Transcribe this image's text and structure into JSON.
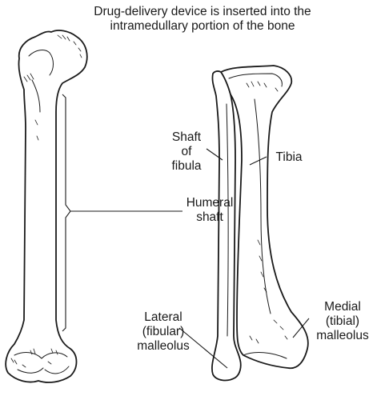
{
  "figure": {
    "caption_line1": "Drug-delivery device is inserted into the",
    "caption_line2": "intramedullary portion of the bone",
    "labels": {
      "humeral_line1": "Humeral",
      "humeral_line2": "shaft",
      "fibula_line1": "Shaft",
      "fibula_line2": "of",
      "fibula_line3": "fibula",
      "tibia": "Tibia",
      "lateral_line1": "Lateral",
      "lateral_line2": "(fibular)",
      "lateral_line3": "malleolus",
      "medial_line1": "Medial",
      "medial_line2": "(tibial)",
      "medial_line3": "malleolus"
    }
  }
}
